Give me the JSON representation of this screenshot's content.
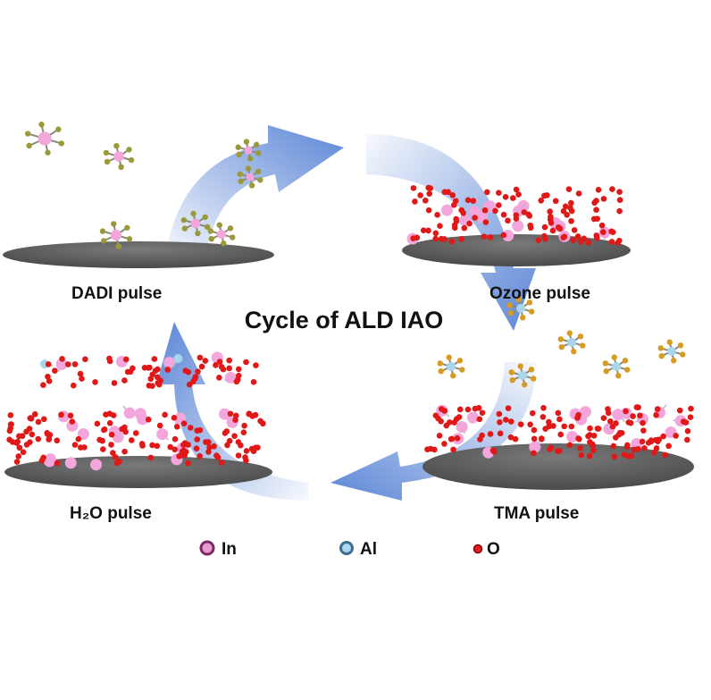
{
  "title": "Cycle of ALD IAO",
  "steps": [
    {
      "label": "DADI pulse"
    },
    {
      "label": "Ozone pulse"
    },
    {
      "label": "TMA pulse"
    },
    {
      "label": "H₂O pulse"
    }
  ],
  "legend": [
    {
      "label": "In",
      "color": "#b0558f"
    },
    {
      "label": "Al",
      "color": "#7fb2cf"
    },
    {
      "label": "O",
      "color": "#d81818"
    }
  ],
  "colors": {
    "arrow": "#5b86d6",
    "substrate": "#5e5e5e",
    "indium_atom": "#f2a6dc",
    "ligand": "#9a9a3a",
    "methyl": "#d89a20"
  }
}
